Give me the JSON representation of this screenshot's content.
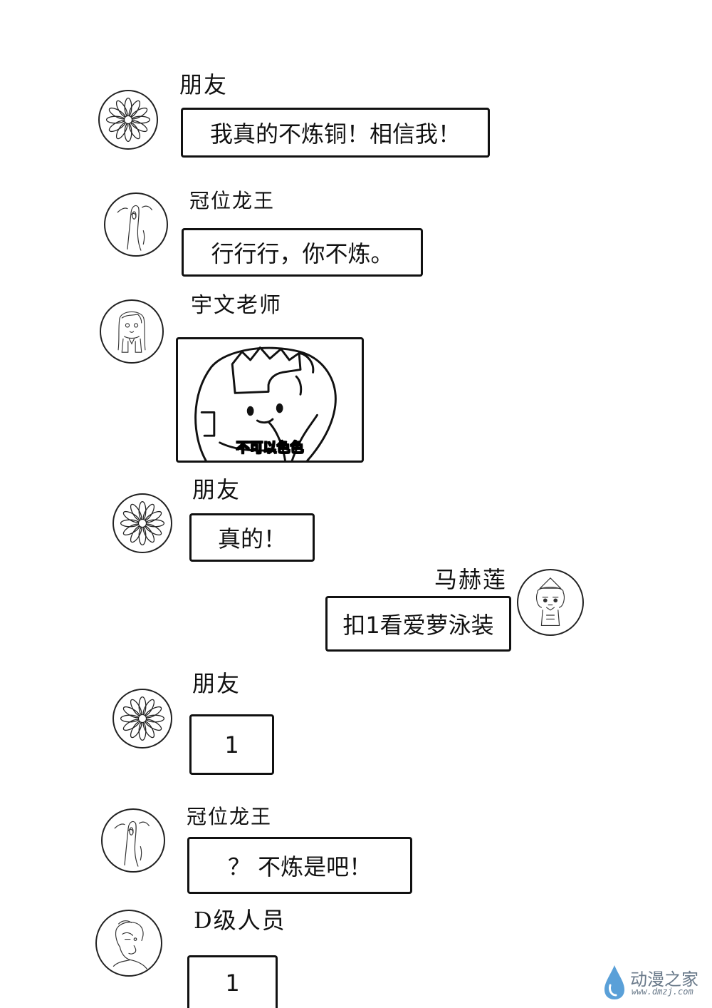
{
  "messages": [
    {
      "sender": "朋友",
      "text": "我真的不炼铜！相信我！",
      "avatar_icon": "flower-avatar-icon"
    },
    {
      "sender": "冠位龙王",
      "text": "行行行，你不炼。",
      "avatar_icon": "dragon-claw-avatar-icon"
    },
    {
      "sender": "宇文老师",
      "sticker_caption": "不可以色色",
      "avatar_icon": "girl-avatar-icon"
    },
    {
      "sender": "朋友",
      "text": "真的！",
      "avatar_icon": "flower-avatar-icon"
    },
    {
      "sender": "马赫莲",
      "text": "扣1看爱萝泳装",
      "avatar_icon": "chibi-avatar-icon"
    },
    {
      "sender": "朋友",
      "text": "1",
      "avatar_icon": "flower-avatar-icon"
    },
    {
      "sender": "冠位龙王",
      "text": "？ 不炼是吧！",
      "avatar_icon": "dragon-claw-avatar-icon"
    },
    {
      "sender": "D级人员",
      "text": "1",
      "avatar_icon": "man-avatar-icon"
    }
  ],
  "watermark": {
    "title": "动漫之家",
    "url": "www.dmzj.com",
    "color": "#6a7a8a"
  }
}
